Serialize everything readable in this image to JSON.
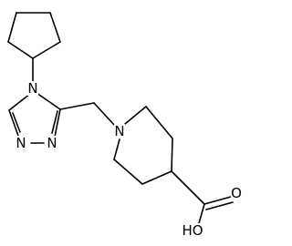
{
  "atoms": {
    "ring_n": "N",
    "triazole_n4": "N",
    "triazole_n1": "N",
    "triazole_n2": "N",
    "carbonyl_o": "O",
    "hydroxyl": "HO"
  }
}
